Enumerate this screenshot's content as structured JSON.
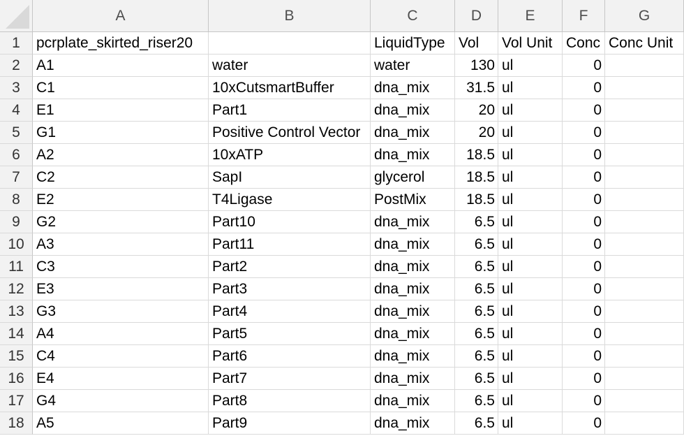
{
  "columns": [
    "A",
    "B",
    "C",
    "D",
    "E",
    "F",
    "G"
  ],
  "rows": [
    {
      "num": "1",
      "A": "pcrplate_skirted_riser20",
      "B": "",
      "C": "LiquidType",
      "D": "Vol",
      "E": "Vol Unit",
      "F": "Conc",
      "G": "Conc Unit"
    },
    {
      "num": "2",
      "A": "A1",
      "B": "water",
      "C": "water",
      "D": "130",
      "E": "ul",
      "F": "0",
      "G": ""
    },
    {
      "num": "3",
      "A": "C1",
      "B": "10xCutsmartBuffer",
      "C": "dna_mix",
      "D": "31.5",
      "E": "ul",
      "F": "0",
      "G": ""
    },
    {
      "num": "4",
      "A": "E1",
      "B": "Part1",
      "C": "dna_mix",
      "D": "20",
      "E": "ul",
      "F": "0",
      "G": ""
    },
    {
      "num": "5",
      "A": "G1",
      "B": "Positive Control Vector",
      "C": "dna_mix",
      "D": "20",
      "E": "ul",
      "F": "0",
      "G": ""
    },
    {
      "num": "6",
      "A": "A2",
      "B": "10xATP",
      "C": "dna_mix",
      "D": "18.5",
      "E": "ul",
      "F": "0",
      "G": ""
    },
    {
      "num": "7",
      "A": "C2",
      "B": "SapI",
      "C": "glycerol",
      "D": "18.5",
      "E": "ul",
      "F": "0",
      "G": ""
    },
    {
      "num": "8",
      "A": "E2",
      "B": "T4Ligase",
      "C": "PostMix",
      "D": "18.5",
      "E": "ul",
      "F": "0",
      "G": ""
    },
    {
      "num": "9",
      "A": "G2",
      "B": "Part10",
      "C": "dna_mix",
      "D": "6.5",
      "E": "ul",
      "F": "0",
      "G": ""
    },
    {
      "num": "10",
      "A": "A3",
      "B": "Part11",
      "C": "dna_mix",
      "D": "6.5",
      "E": "ul",
      "F": "0",
      "G": ""
    },
    {
      "num": "11",
      "A": "C3",
      "B": "Part2",
      "C": "dna_mix",
      "D": "6.5",
      "E": "ul",
      "F": "0",
      "G": ""
    },
    {
      "num": "12",
      "A": "E3",
      "B": "Part3",
      "C": "dna_mix",
      "D": "6.5",
      "E": "ul",
      "F": "0",
      "G": ""
    },
    {
      "num": "13",
      "A": "G3",
      "B": "Part4",
      "C": "dna_mix",
      "D": "6.5",
      "E": "ul",
      "F": "0",
      "G": ""
    },
    {
      "num": "14",
      "A": "A4",
      "B": "Part5",
      "C": "dna_mix",
      "D": "6.5",
      "E": "ul",
      "F": "0",
      "G": ""
    },
    {
      "num": "15",
      "A": "C4",
      "B": "Part6",
      "C": "dna_mix",
      "D": "6.5",
      "E": "ul",
      "F": "0",
      "G": ""
    },
    {
      "num": "16",
      "A": "E4",
      "B": "Part7",
      "C": "dna_mix",
      "D": "6.5",
      "E": "ul",
      "F": "0",
      "G": ""
    },
    {
      "num": "17",
      "A": "G4",
      "B": "Part8",
      "C": "dna_mix",
      "D": "6.5",
      "E": "ul",
      "F": "0",
      "G": ""
    },
    {
      "num": "18",
      "A": "A5",
      "B": "Part9",
      "C": "dna_mix",
      "D": "6.5",
      "E": "ul",
      "F": "0",
      "G": ""
    }
  ]
}
